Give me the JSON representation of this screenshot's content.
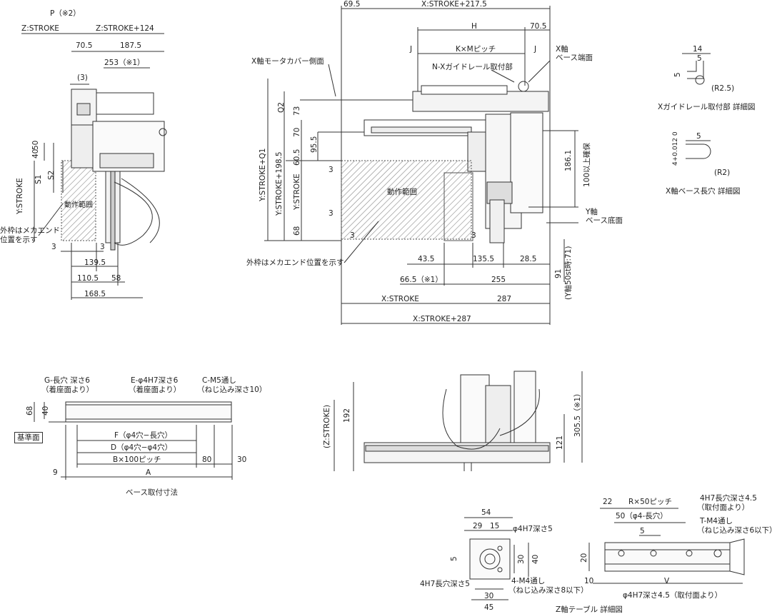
{
  "top_view": {
    "labels": {
      "p_note": "P（※2）",
      "z_stroke": "Z:STROKE",
      "z_stroke_124": "Z:STROKE+124",
      "d70_5": "70.5",
      "d187_5": "187.5",
      "d253": "253（※1）",
      "d3_paren": "(3)",
      "d40": "40",
      "d50": "50",
      "s2": "S2",
      "s1": "S1",
      "y_stroke": "Y:STROKE",
      "motion_range": "動作範囲",
      "outer_note_1": "外枠はメカエンド",
      "outer_note_2": "位置を示す",
      "d3a": "3",
      "d3b": "3",
      "d139_5": "139.5",
      "d110_5": "110.5",
      "d58": "58",
      "d168_5": "168.5"
    }
  },
  "main_view": {
    "labels": {
      "d69_5": "69.5",
      "x_stroke_217_5": "X:STROKE+217.5",
      "h": "H",
      "d70_5": "70.5",
      "j_left": "J",
      "k_pitch": "K×Mピッチ",
      "j_right": "J",
      "x_axis": "X軸",
      "base_end": "ベース端面",
      "n_x_guide": "N-Xガイドレール取付部",
      "x_motor_cover": "X軸モータカバー側面",
      "q2": "Q2",
      "d73": "73",
      "d70": "70",
      "y_stroke_q1": "Y:STROKE+Q1",
      "d95_5": "95.5",
      "y_stroke_198_5": "Y:STROKE+198.5",
      "d60_5": "60.5",
      "y_stroke": "Y:STROKE",
      "d68": "68",
      "d3_a": "3",
      "d3_b": "3",
      "d3_c": "3",
      "d3_d": "3",
      "motion_range": "動作範囲",
      "d186_1": "186.1",
      "clearance": "100以上確保",
      "y_axis": "Y軸",
      "base_bottom": "ベース底面",
      "outer_note": "外枠はメカエンド位置を示す",
      "d43_5": "43.5",
      "d135_5": "135.5",
      "d28_5": "28.5",
      "d66_5": "66.5（※1）",
      "d255": "255",
      "d91": "91",
      "y50st": "(Y軸50st時:71)",
      "x_stroke": "X:STROKE",
      "d287": "287",
      "x_stroke_287": "X:STROKE+287"
    }
  },
  "detail_guide": {
    "labels": {
      "d14": "14",
      "d5": "5",
      "d5b": "5",
      "r2_5": "(R2.5)",
      "title": "Xガイドレール取付部 詳細図"
    }
  },
  "detail_slot": {
    "labels": {
      "tol": "4+0.012 0",
      "d5": "5",
      "r2": "(R2)",
      "title": "X軸ベース長穴 詳細図"
    }
  },
  "base_mount": {
    "labels": {
      "g_slot": "G-長穴 深さ6",
      "g_slot_sub": "（着座面より）",
      "e_hole": "E-φ4H7深さ6",
      "e_hole_sub": "（着座面より）",
      "c_m5": "C-M5通し",
      "c_m5_sub": "（ねじ込み深さ10）",
      "d68": "68",
      "d40": "40",
      "datum": "基準面",
      "f": "F（φ4穴−長穴）",
      "d": "D（φ4穴−φ4穴）",
      "b": "B×100ピッチ",
      "d80": "80",
      "d30": "30",
      "d9": "9",
      "a": "A",
      "title": "ベース取付寸法"
    }
  },
  "side_view": {
    "labels": {
      "z_stroke": "(Z:STROKE)",
      "d192": "192",
      "d121": "121",
      "d305_5": "305.5（※1）"
    }
  },
  "z_table": {
    "labels": {
      "d54": "54",
      "d29": "29",
      "d15": "15",
      "phi4h7": "φ4H7深さ5",
      "d5": "5",
      "d30v": "30",
      "d40v": "40",
      "slot": "4H7長穴深さ5",
      "m4": "4-M4通し",
      "m4_sub": "（ねじ込み深さ8以下）",
      "d30": "30",
      "d45": "45"
    }
  },
  "z_detail": {
    "labels": {
      "d22": "22",
      "r_pitch": "R×50ピッチ",
      "h7_slot": "4H7長穴深さ4.5",
      "h7_slot_sub": "（取付面より）",
      "d50": "50（φ4-長穴）",
      "t_m4": "T-M4通し",
      "t_m4_sub": "（ねじ込み深さ6以下）",
      "d5": "5",
      "d20": "20",
      "d10": "10",
      "v": "V",
      "phi4": "φ4H7深さ4.5（取付面より）",
      "title": "Z軸テーブル 詳細図"
    }
  }
}
